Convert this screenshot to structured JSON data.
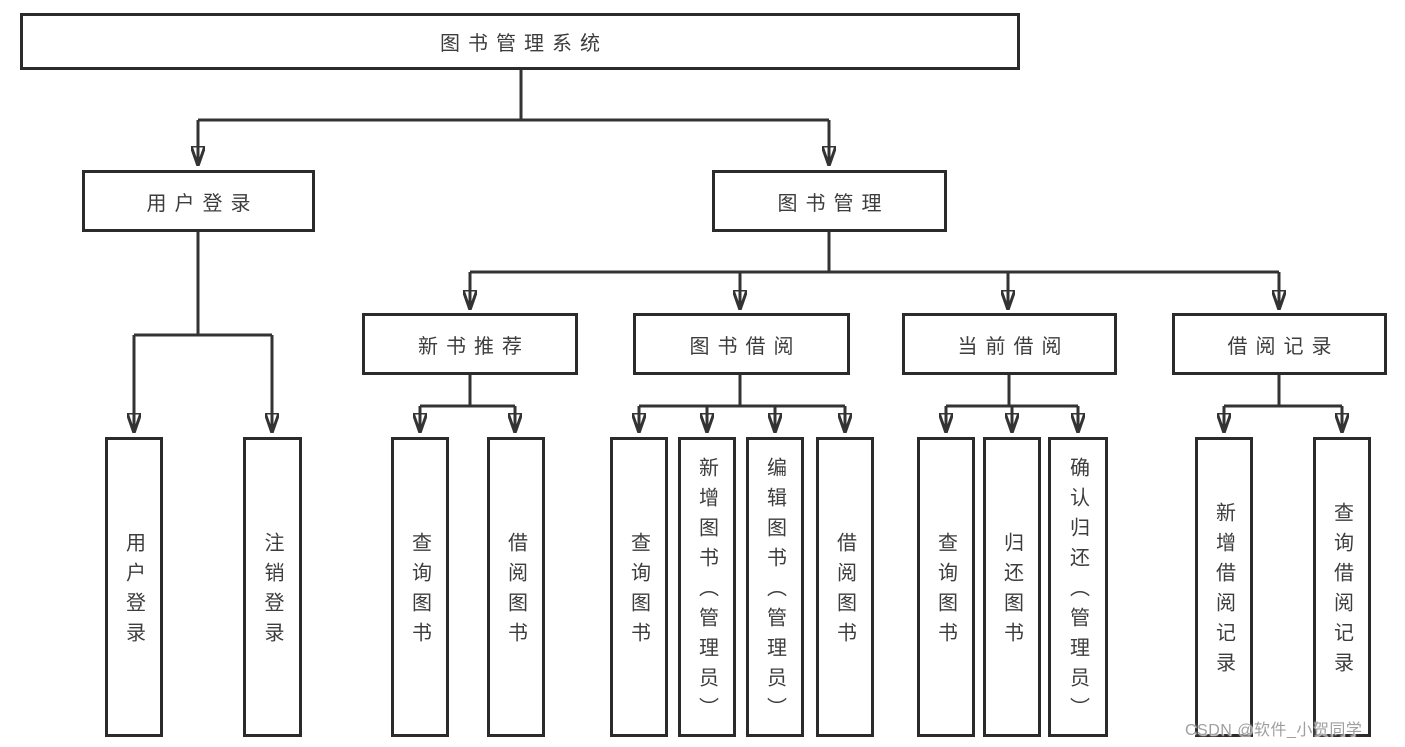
{
  "nodes": {
    "root": "图书管理系统",
    "user_login": "用户登录",
    "book_mgmt": "图书管理",
    "new_book_rec": "新书推荐",
    "book_borrow": "图书借阅",
    "current_borrow": "当前借阅",
    "borrow_records": "借阅记录"
  },
  "leaves": {
    "ul_login": "用户登录",
    "ul_logout": "注销登录",
    "nbr_query": "查询图书",
    "nbr_borrow": "借阅图书",
    "bb_query": "查询图书",
    "bb_add": "新增图书（管理员）",
    "bb_edit": "编辑图书（管理员）",
    "bb_borrow": "借阅图书",
    "cb_query": "查询图书",
    "cb_return": "归还图书",
    "cb_confirm": "确认归还（管理员）",
    "br_add": "新增借阅记录",
    "br_query": "查询借阅记录"
  },
  "watermark": "CSDN @软件_小贺同学",
  "colors": {
    "line": "#333333",
    "box_border": "#2b2b2b",
    "text": "#3d3d3d",
    "watermark": "#9f9f9f",
    "background": "#ffffff"
  }
}
